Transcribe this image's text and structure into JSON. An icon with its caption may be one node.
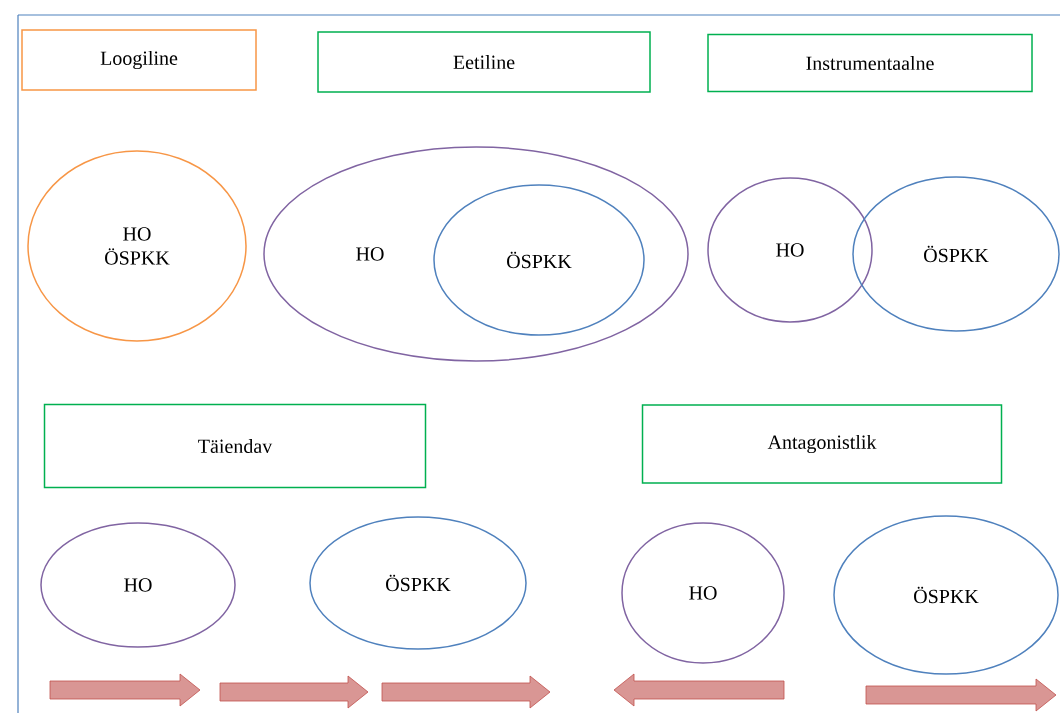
{
  "diagram": {
    "nodes": [
      {
        "text": [
          "Loogiline"
        ]
      },
      {
        "text": [
          "Eetiline"
        ]
      },
      {
        "text": [
          "Instrumentaalne"
        ]
      },
      {
        "text": [
          "HO ÖSPKK"
        ]
      },
      {
        "text": [
          "HO"
        ]
      },
      {
        "text": [
          "ÖSPKK"
        ],
        "in": 4
      },
      {
        "text": [
          "HO"
        ]
      },
      {
        "text": [
          "ÖSPKK"
        ]
      },
      {
        "text": [
          "Täiendav"
        ]
      },
      {
        "text": [
          "Antagonistlik"
        ]
      },
      {
        "text": [
          "HO"
        ]
      },
      {
        "text": [
          "ÖSPKK"
        ]
      },
      {
        "text": [
          "HO"
        ]
      },
      {
        "text": [
          "ÖSPKK"
        ]
      }
    ],
    "edges": []
  }
}
